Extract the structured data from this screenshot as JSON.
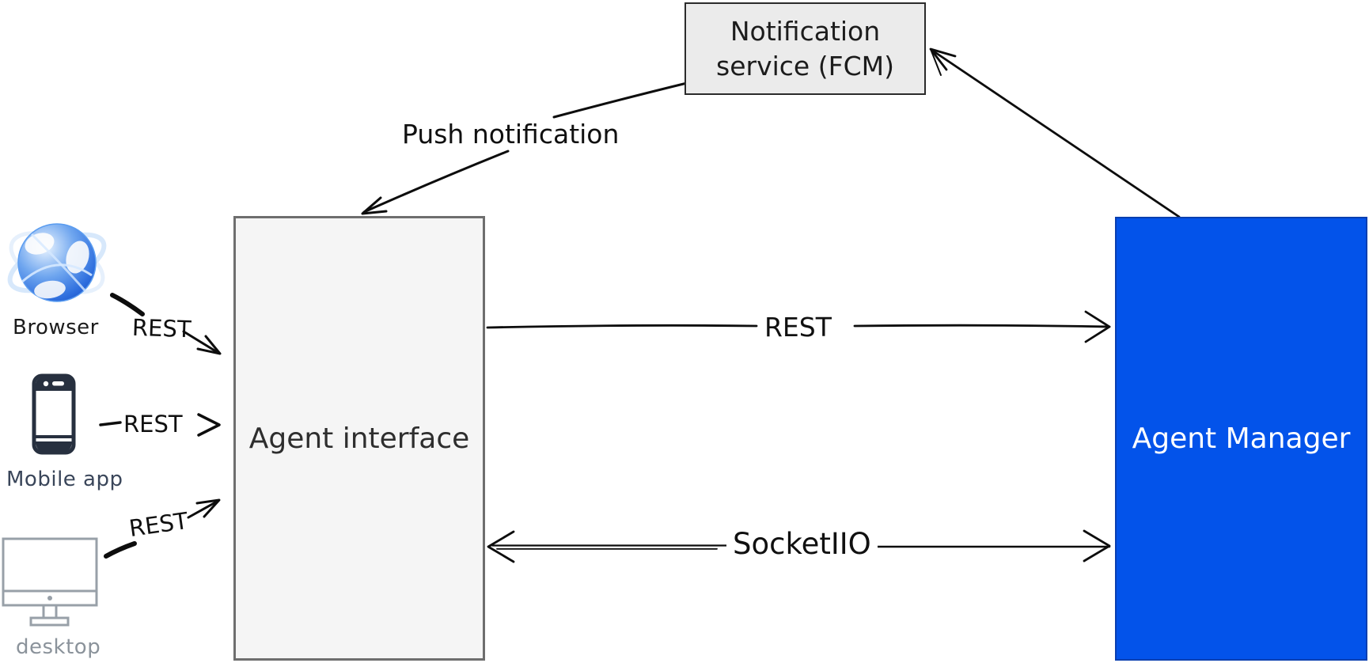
{
  "diagram": {
    "title_note": "architecture diagram",
    "nodes": {
      "notification_service": {
        "label_line1": "Notification",
        "label_line2": "service (FCM)",
        "fill": "#ebebeb",
        "border": "#2b2b2b"
      },
      "agent_interface": {
        "label": "Agent interface",
        "fill": "#f5f5f5",
        "border": "#6e6e6e"
      },
      "agent_manager": {
        "label": "Agent Manager",
        "fill": "#0353ea",
        "text_color": "#ffffff"
      }
    },
    "clients": [
      {
        "id": "browser",
        "label": "Browser",
        "icon": "globe-icon"
      },
      {
        "id": "mobile",
        "label": "Mobile app",
        "icon": "smartphone-icon"
      },
      {
        "id": "desktop",
        "label": "desktop",
        "icon": "monitor-icon"
      }
    ],
    "edges": {
      "push_notification": {
        "label": "Push notification",
        "from": "notification_service",
        "to": "agent_interface"
      },
      "manager_to_fcm": {
        "label": "",
        "from": "agent_manager",
        "to": "notification_service"
      },
      "rest_main": {
        "label": "REST",
        "from": "agent_interface",
        "to": "agent_manager"
      },
      "socket": {
        "label": "SocketIIO",
        "from": "agent_interface",
        "to": "agent_manager",
        "bidirectional": true
      },
      "browser_rest": {
        "label": "REST",
        "from": "browser",
        "to": "agent_interface"
      },
      "mobile_rest": {
        "label": "REST",
        "from": "mobile",
        "to": "agent_interface"
      },
      "desktop_rest": {
        "label": "REST",
        "from": "desktop",
        "to": "agent_interface"
      }
    },
    "colors": {
      "arrow": "#0d0d0d",
      "phone_icon": "#27303f",
      "monitor_icon": "#98a0a8",
      "globe_blue": "#2f6fde",
      "background": "#ffffff"
    }
  }
}
